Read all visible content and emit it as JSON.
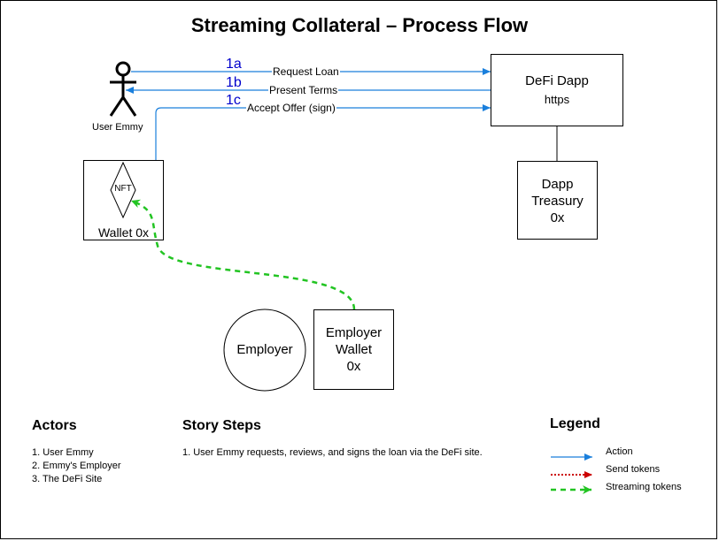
{
  "title": "Streaming Collateral – Process Flow",
  "actor": {
    "label": "User Emmy"
  },
  "nodes": {
    "dapp": {
      "line1": "DeFi Dapp",
      "line2": "https"
    },
    "treasury": {
      "line1": "Dapp",
      "line2": "Treasury",
      "line3": "0x"
    },
    "wallet": {
      "label": "Wallet 0x",
      "nft": "NFT"
    },
    "employer": {
      "label": "Employer"
    },
    "employer_wallet": {
      "line1": "Employer",
      "line2": "Wallet",
      "line3": "0x"
    }
  },
  "edges": [
    {
      "step": "1a",
      "label": "Request Loan"
    },
    {
      "step": "1b",
      "label": "Present Terms"
    },
    {
      "step": "1c",
      "label": "Accept Offer (sign)"
    }
  ],
  "actors_section": {
    "heading": "Actors",
    "items": [
      "1. User Emmy",
      "2. Emmy's Employer",
      "3. The DeFi Site"
    ]
  },
  "story_section": {
    "heading": "Story Steps",
    "items": [
      "1. User Emmy requests, reviews, and signs the loan via the DeFi site."
    ]
  },
  "legend": {
    "heading": "Legend",
    "items": [
      {
        "label": "Action",
        "color": "#1a7fdc",
        "style": "solid"
      },
      {
        "label": "Send tokens",
        "color": "#cc0000",
        "style": "dotted"
      },
      {
        "label": "Streaming tokens",
        "color": "#22c422",
        "style": "dashed"
      }
    ]
  },
  "colors": {
    "action": "#1a7fdc",
    "send": "#cc0000",
    "stream": "#22c422",
    "step": "#0000cc"
  }
}
